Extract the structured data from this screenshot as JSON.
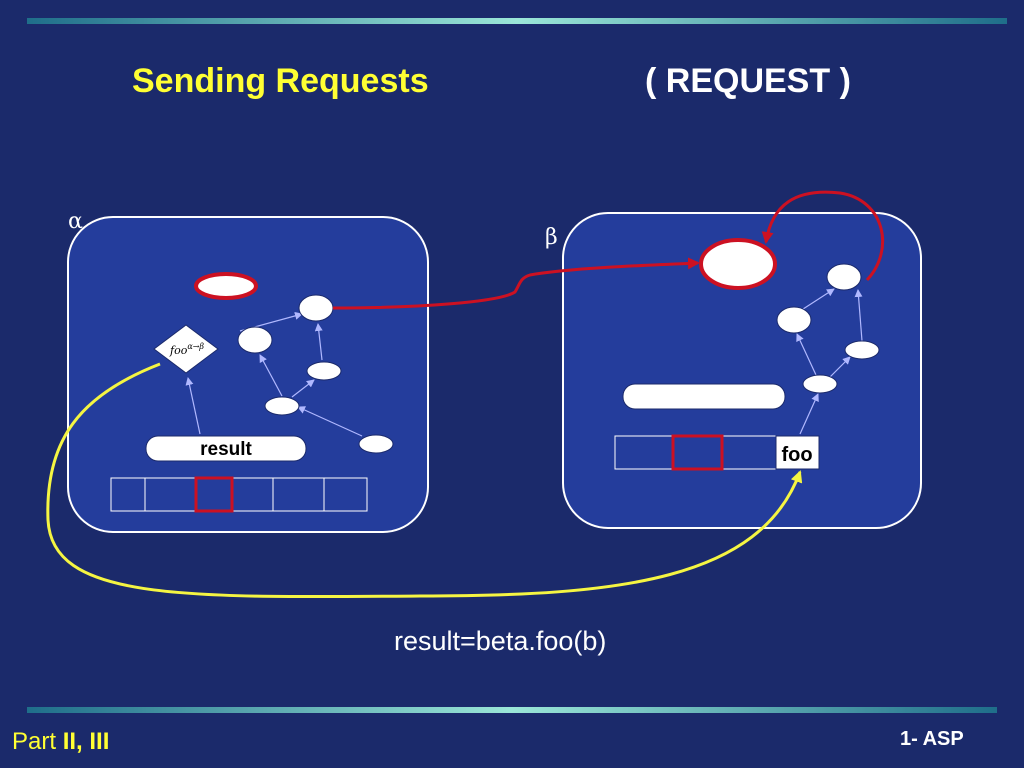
{
  "slide": {
    "title": "Sending Requests",
    "subtitle": "( REQUEST )",
    "caption": "result=beta.foo(b)",
    "footer_prefix": "Part",
    "footer_emphasis": "II, III",
    "footer_right": "1- ASP"
  },
  "diagram": {
    "left_activity_label": "α",
    "right_activity_label": "β",
    "future_label": "foo",
    "future_superscript": "α→β",
    "result_label": "result",
    "request_label": "foo"
  },
  "colors": {
    "background": "#1b2a6b",
    "activity_fill": "#243d9c",
    "title": "#ffff33",
    "request_arrow": "#cc1122",
    "future_arrow": "#f5f542",
    "object": "#ffffff",
    "reference_arrow": "#b0b8ff"
  }
}
